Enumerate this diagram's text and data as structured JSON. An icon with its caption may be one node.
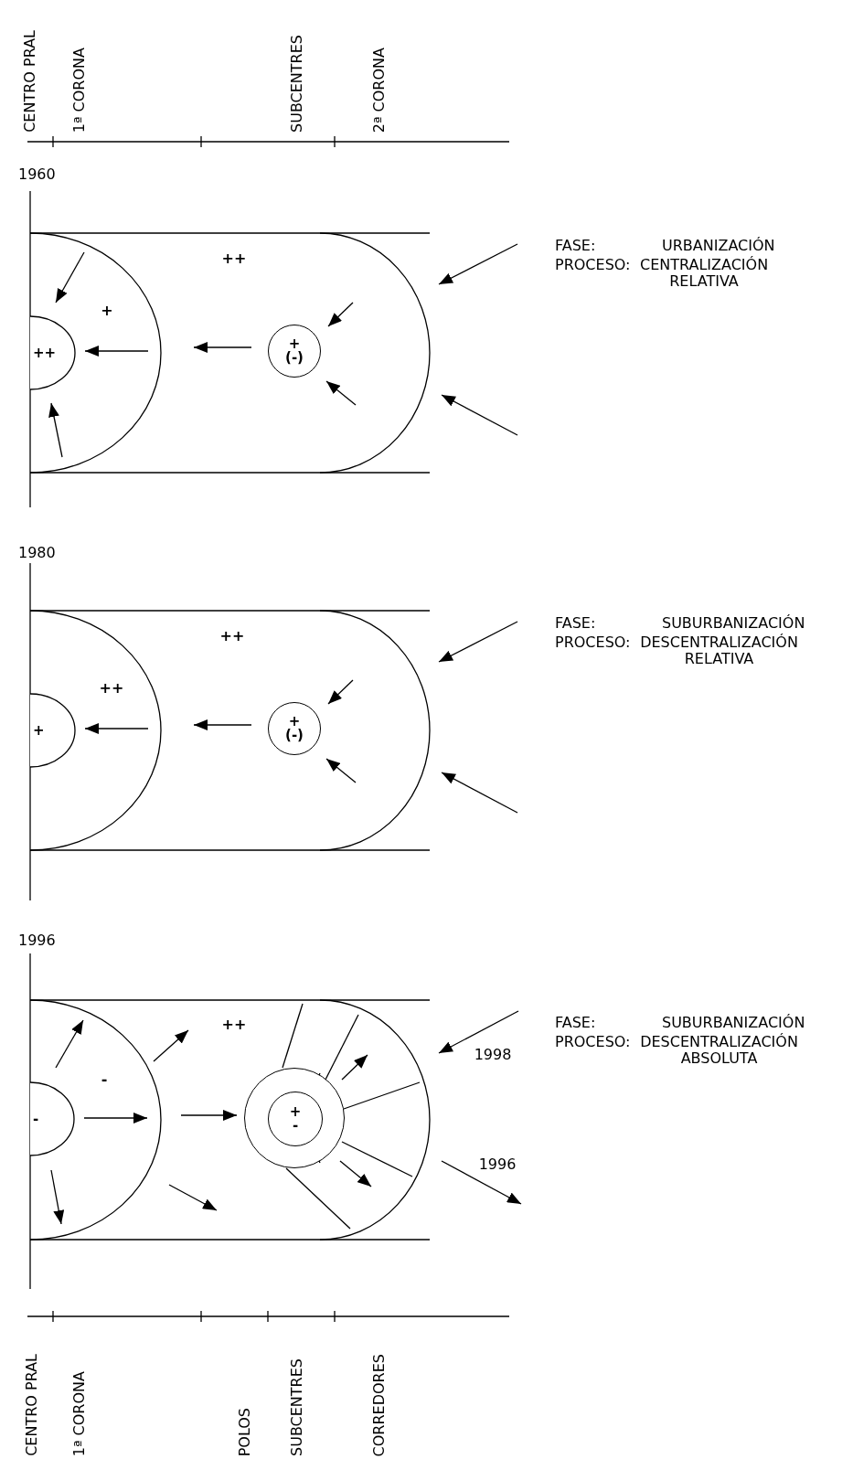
{
  "diagram": {
    "nodes": [
      {
        "text": [
          "++"
        ]
      },
      {
        "text": [
          "+",
          "(-)"
        ]
      },
      {
        "text": [
          "+"
        ]
      },
      {
        "text": [
          "+",
          "(-)"
        ]
      },
      {
        "text": [
          "-"
        ]
      },
      {
        "text": [],
        "shape": "circle"
      },
      {
        "text": [
          "+",
          "-"
        ],
        "in": 5
      }
    ],
    "labels": [
      "CENTRO PRAL",
      "1ª CORONA",
      "SUBCENTRES",
      "2ª CORONA",
      "1960",
      "++",
      "+",
      "FASE:",
      "URBANIZACIÓN",
      "PROCESO:",
      "CENTRALIZACIÓN RELATIVA",
      "1980",
      "++",
      "++",
      "FASE:",
      "SUBURBANIZACIÓN",
      "PROCESO:",
      "DESCENTRALIZACIÓN RELATIVA",
      "1996",
      "++",
      "-",
      "FASE:",
      "SUBURBANIZACIÓN",
      "1998",
      "PROCESO:",
      "DESCENTRALIZACIÓN ABSOLUTA",
      "1996",
      "CENTRO PRAL",
      "1ª CORONA",
      "POLOS",
      "SUBCENTRES",
      "CORREDORES"
    ]
  }
}
